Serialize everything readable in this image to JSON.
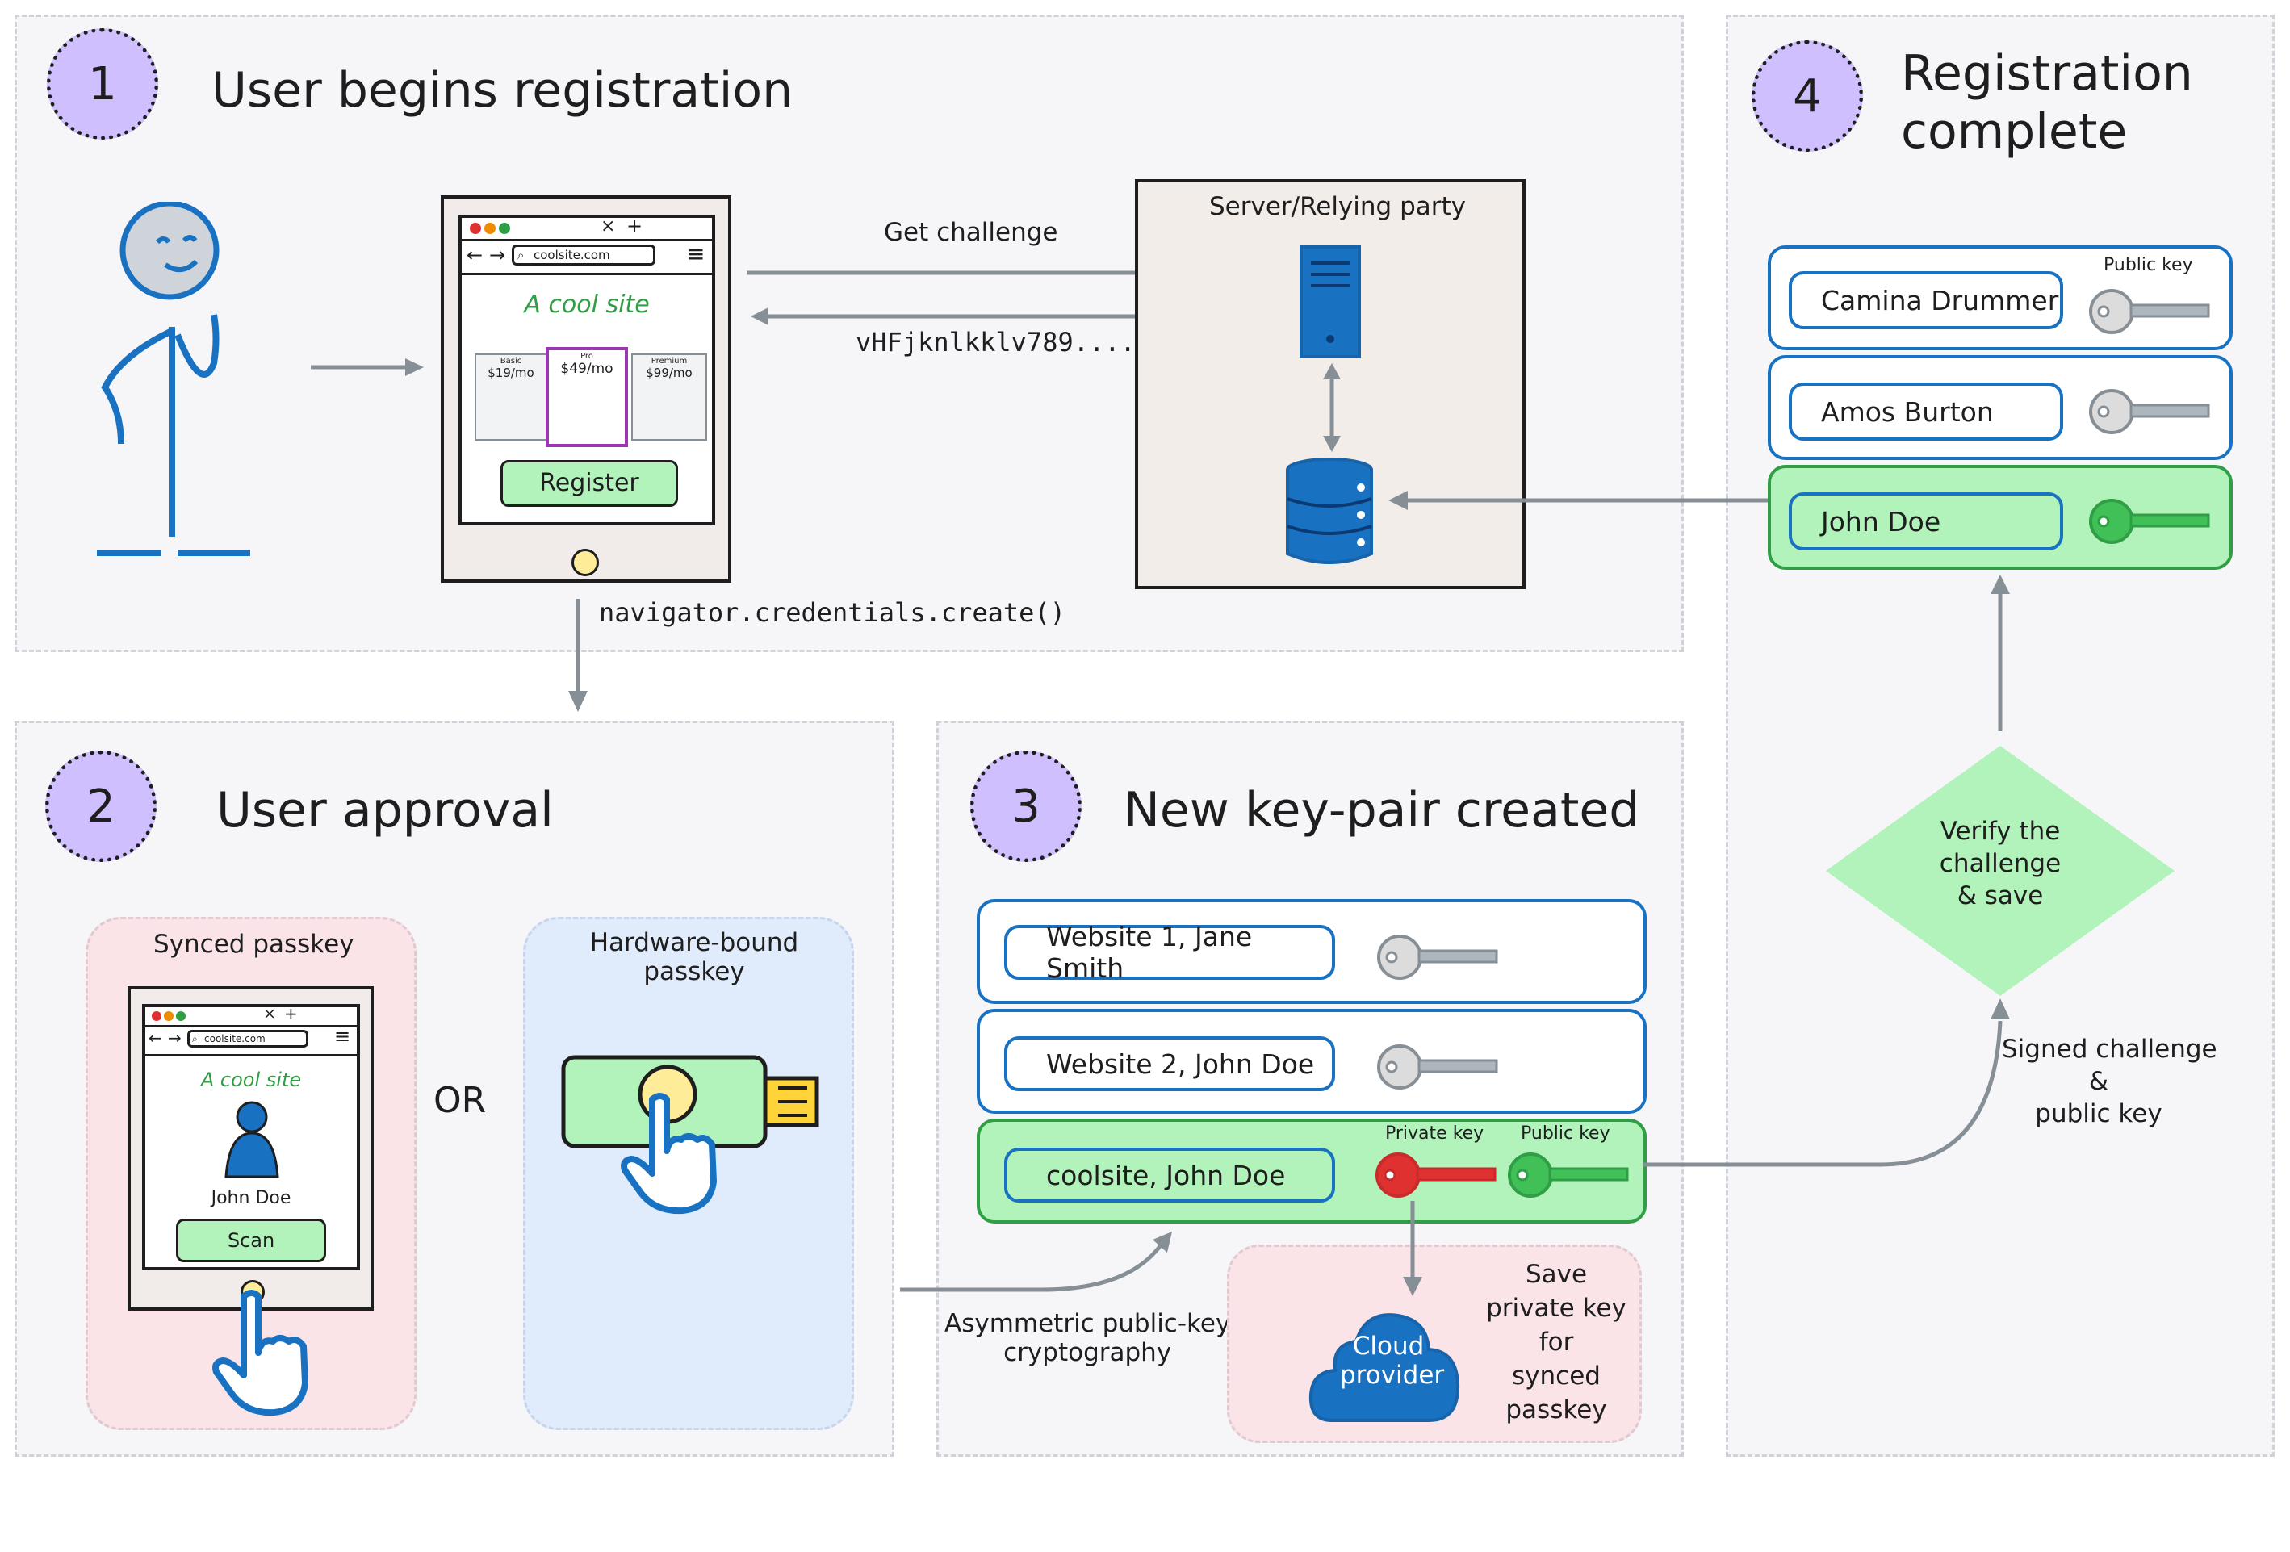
{
  "steps": {
    "s1": {
      "number": "1",
      "title": "User begins registration"
    },
    "s2": {
      "number": "2",
      "title": "User approval"
    },
    "s3": {
      "number": "3",
      "title": "New key-pair created"
    },
    "s4": {
      "number": "4",
      "title_line1": "Registration",
      "title_line2": "complete"
    }
  },
  "browser": {
    "url": "coolsite.com",
    "site_name": "A cool site",
    "register_label": "Register",
    "plans": [
      {
        "name": "Basic",
        "price": "$19/mo"
      },
      {
        "name": "Pro",
        "price": "$49/mo"
      },
      {
        "name": "Premium",
        "price": "$99/mo"
      }
    ]
  },
  "flow": {
    "get_challenge": "Get challenge",
    "challenge_value": "vHFjknlkklv789....",
    "api_call": "navigator.credentials.create()",
    "server_label": "Server/Relying party",
    "or_label": "OR",
    "asymmetric_line1": "Asymmetric public-key",
    "asymmetric_line2": "cryptography",
    "signed_line1": "Signed challenge",
    "signed_line2": "&",
    "signed_line3": "public key",
    "verify_line1": "Verify the",
    "verify_line2": "challenge",
    "verify_line3": "& save"
  },
  "approval": {
    "synced_title": "Synced passkey",
    "hardware_title_line1": "Hardware-bound",
    "hardware_title_line2": "passkey",
    "phone_url": "coolsite.com",
    "phone_site": "A cool site",
    "phone_user": "John Doe",
    "phone_button": "Scan"
  },
  "keypairs": {
    "rows": [
      "Website 1, Jane Smith",
      "Website 2, John Doe",
      "coolsite, John Doe"
    ],
    "private_key_label": "Private key",
    "public_key_label": "Public key",
    "cloud_line1": "Cloud",
    "cloud_line2": "provider",
    "save_lines": [
      "Save",
      "private key",
      "for",
      "synced",
      "passkey"
    ]
  },
  "registry": {
    "public_key_label": "Public key",
    "users": [
      "Camina Drummer",
      "Amos Burton",
      "John Doe"
    ]
  },
  "colors": {
    "accent_blue": "#1971c2",
    "success_green": "#b2f2bb",
    "step_purple": "#d0bfff",
    "key_red": "#e03131",
    "key_green": "#2f9e44"
  }
}
